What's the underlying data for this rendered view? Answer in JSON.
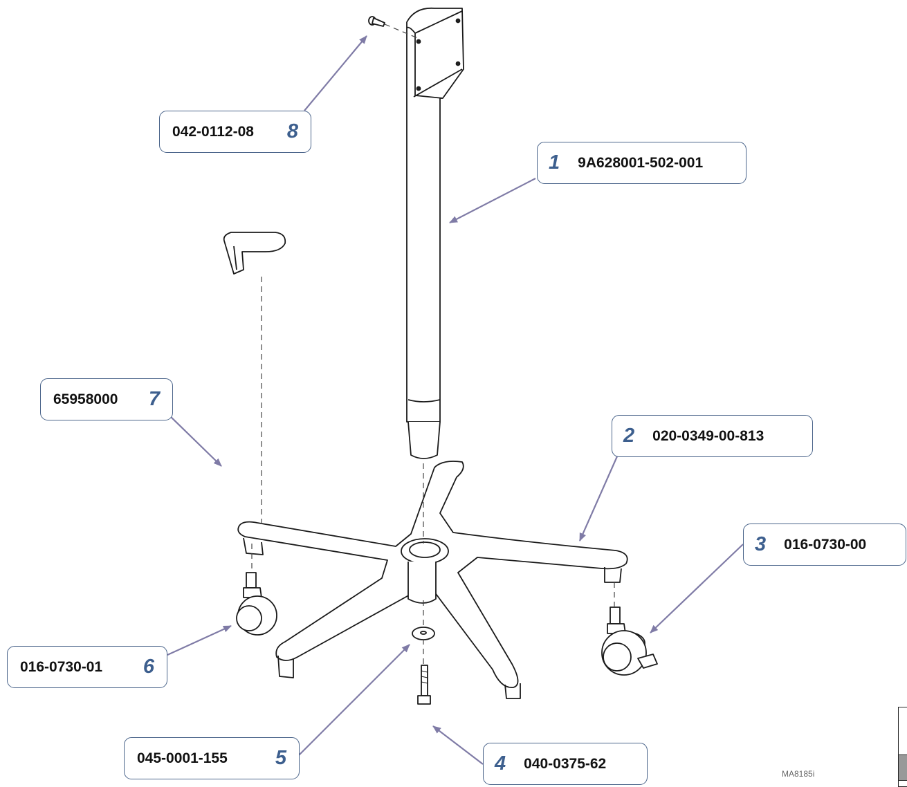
{
  "callouts": [
    {
      "num": "1",
      "part": "9A628001-502-001"
    },
    {
      "num": "2",
      "part": "020-0349-00-813"
    },
    {
      "num": "3",
      "part": "016-0730-00"
    },
    {
      "num": "4",
      "part": "040-0375-62"
    },
    {
      "num": "5",
      "part": "045-0001-155"
    },
    {
      "num": "6",
      "part": "016-0730-01"
    },
    {
      "num": "7",
      "part": "65958000"
    },
    {
      "num": "8",
      "part": "042-0112-08"
    }
  ],
  "drawing_ref": "MA8185i",
  "colors": {
    "callout_border": "#4a648a",
    "callout_number": "#3d5f8e",
    "leader_arrow": "#7f7ba6",
    "line_art": "#1a1a1a"
  }
}
